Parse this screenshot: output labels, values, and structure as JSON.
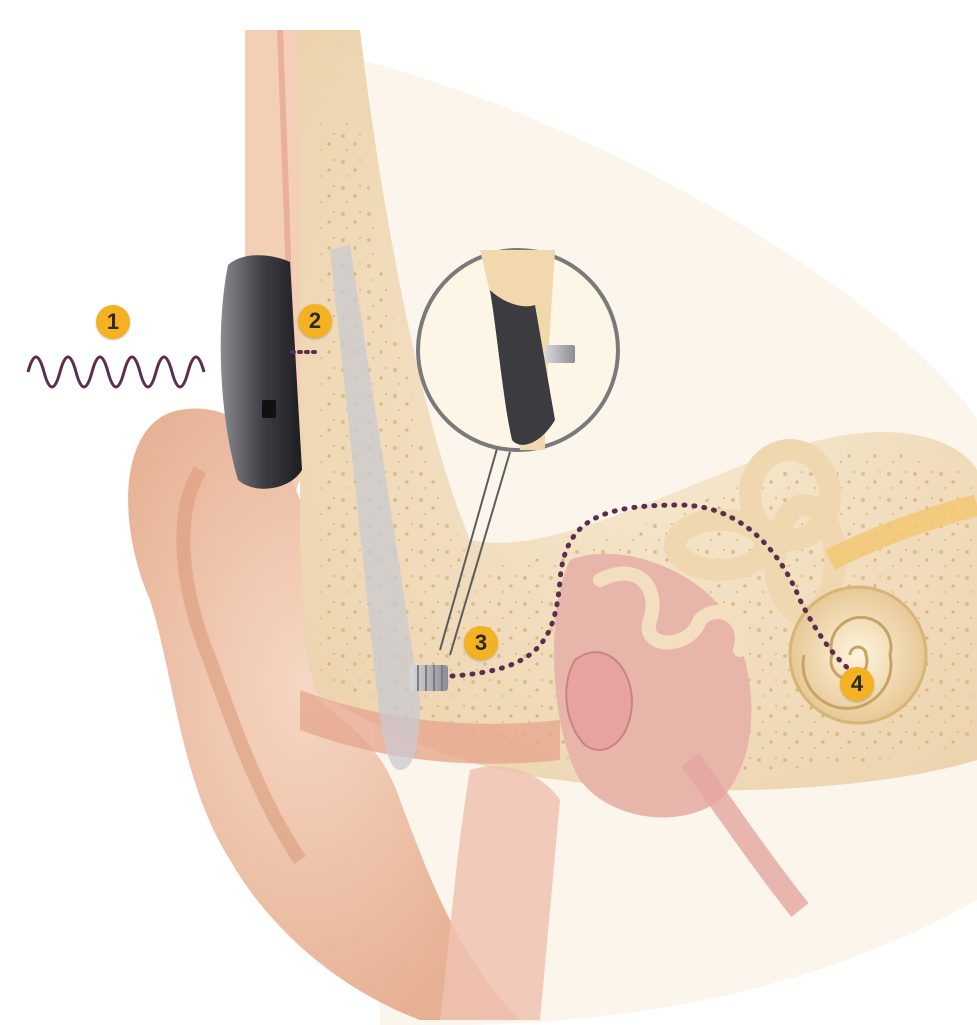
{
  "steps": [
    {
      "label": "1",
      "meaning": "sound-waves"
    },
    {
      "label": "2",
      "meaning": "sound-processor"
    },
    {
      "label": "3",
      "meaning": "implant-abutment"
    },
    {
      "label": "4",
      "meaning": "cochlea"
    }
  ],
  "colors": {
    "badge": "#f4b223",
    "badge_text": "#2b2b2b",
    "path_dots": "#5b2e4f",
    "sound_wave": "#5b2e4f",
    "bone": "#f3e1c4",
    "skin": "#eec0a4",
    "processor": "#2f2f33",
    "cochlea": "#efd8b0"
  }
}
